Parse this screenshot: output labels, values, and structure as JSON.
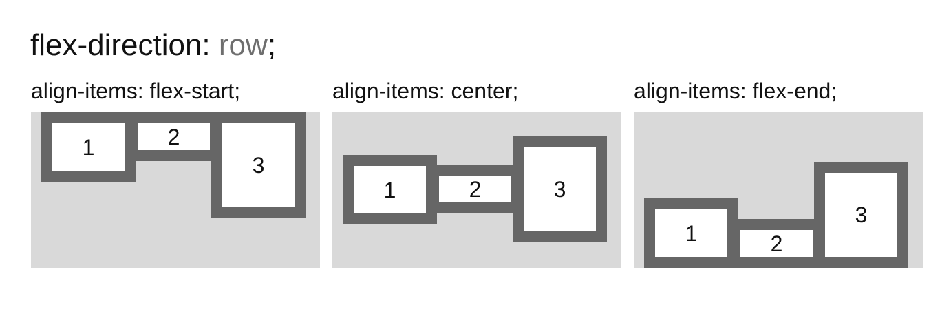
{
  "title": {
    "property": "flex-direction:",
    "value": "row",
    "semicolon": ";"
  },
  "panels": [
    {
      "label": "align-items: flex-start;",
      "items": [
        {
          "label": "1"
        },
        {
          "label": "2"
        },
        {
          "label": "3"
        }
      ]
    },
    {
      "label": "align-items: center;",
      "items": [
        {
          "label": "1"
        },
        {
          "label": "2"
        },
        {
          "label": "3"
        }
      ]
    },
    {
      "label": "align-items: flex-end;",
      "items": [
        {
          "label": "1"
        },
        {
          "label": "2"
        },
        {
          "label": "3"
        }
      ]
    }
  ],
  "colors": {
    "container_background": "#d9d9d9",
    "item_border": "#666666",
    "item_fill": "#ffffff",
    "value_text": "#6e6e6e"
  }
}
